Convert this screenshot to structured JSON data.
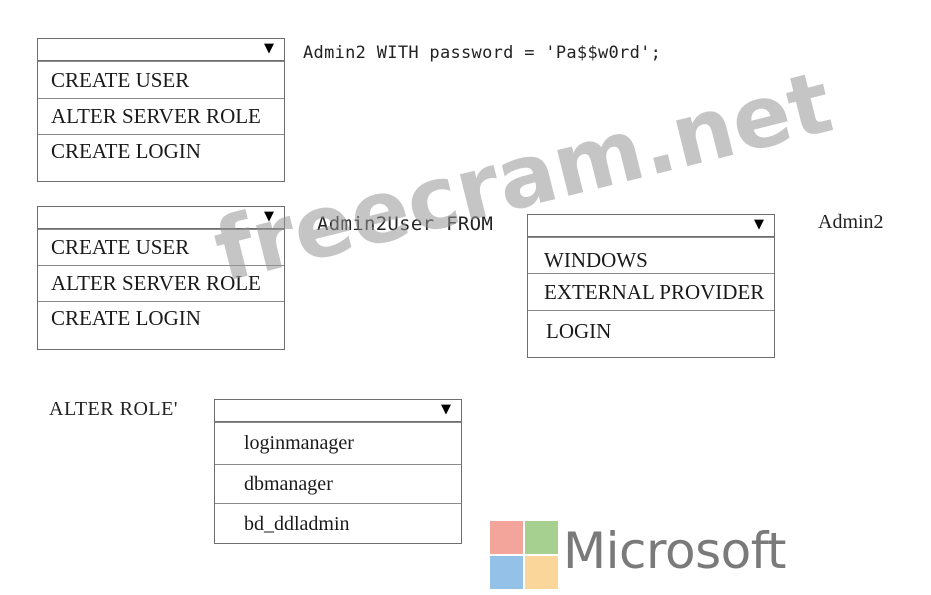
{
  "dropdown1": {
    "options": [
      "CREATE USER",
      "ALTER SERVER ROLE",
      "CREATE LOGIN"
    ]
  },
  "statement1": "Admin2 WITH password = 'Pa$$w0rd';",
  "dropdown2": {
    "options": [
      "CREATE USER",
      "ALTER SERVER ROLE",
      "CREATE LOGIN"
    ]
  },
  "statement2": "Admin2User FROM",
  "dropdown3": {
    "options": [
      "WINDOWS",
      "EXTERNAL PROVIDER",
      "LOGIN"
    ]
  },
  "statement3": "Admin2",
  "statement4": "ALTER ROLE'",
  "dropdown4": {
    "options": [
      "loginmanager",
      "dbmanager",
      "bd_ddladmin"
    ]
  },
  "arrow_glyph": "▼",
  "watermark": "freecram.net",
  "logo": {
    "text": "Microsoft",
    "colors": {
      "red": "#f3a59b",
      "green": "#a5d08f",
      "blue": "#93c1e7",
      "yellow": "#fbd69a"
    }
  }
}
